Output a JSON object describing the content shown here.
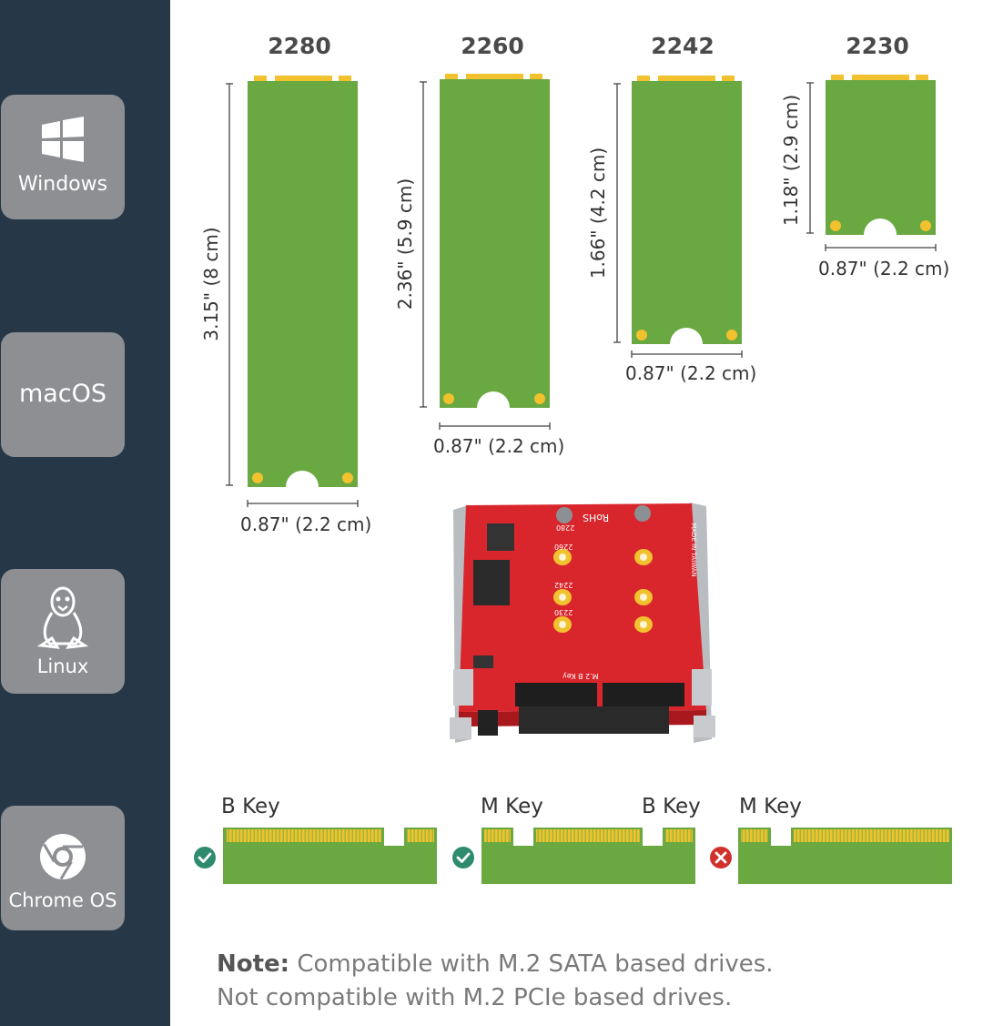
{
  "sidebar": {
    "items": [
      {
        "label": "Windows",
        "icon": "windows-logo-icon"
      },
      {
        "label": "macOS",
        "icon": ""
      },
      {
        "label": "Linux",
        "icon": "tux-penguin-icon"
      },
      {
        "label": "Chrome OS",
        "icon": "chrome-logo-icon"
      }
    ]
  },
  "modules": [
    {
      "title": "2280",
      "length": "3.15\" (8 cm)",
      "width": "0.87\" (2.2 cm)"
    },
    {
      "title": "2260",
      "length": "2.36\" (5.9 cm)",
      "width": "0.87\" (2.2 cm)"
    },
    {
      "title": "2242",
      "length": "1.66\" (4.2 cm)",
      "width": "0.87\" (2.2 cm)"
    },
    {
      "title": "2230",
      "length": "1.18\" (2.9 cm)",
      "width": "0.87\" (2.2 cm)"
    }
  ],
  "adapter_board": {
    "silkscreen": [
      "RoHS",
      "2280",
      "2260",
      "2242",
      "2230",
      "M.2 B Key",
      "MADE IN TAIWAN"
    ]
  },
  "keys": [
    {
      "labels": [
        "B Key"
      ],
      "status": "compatible",
      "status_icon": "check-circle-icon"
    },
    {
      "labels": [
        "M Key",
        "B Key"
      ],
      "status": "compatible",
      "status_icon": "check-circle-icon"
    },
    {
      "labels": [
        "M Key"
      ],
      "status": "incompatible",
      "status_icon": "x-circle-icon"
    }
  ],
  "note": {
    "bold": "Note:",
    "line1": " Compatible with M.2 SATA based drives.",
    "line2": "Not compatible with M.2 PCIe based drives."
  },
  "colors": {
    "sidebar": "#263747",
    "tile": "#8d8f92",
    "pcb_green": "#6aa842",
    "contacts": "#f2c12e",
    "check": "#2e8b6e",
    "cross": "#d0312d",
    "adapter_red": "#d9262c"
  }
}
